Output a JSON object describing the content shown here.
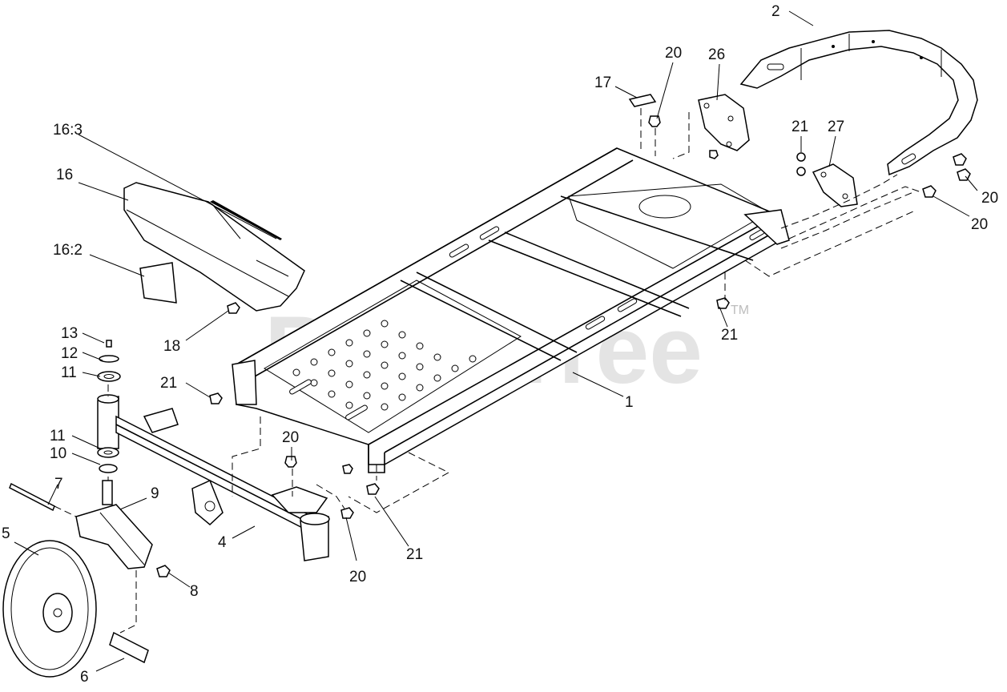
{
  "watermark": {
    "text": "PartsTree",
    "mark": "TM"
  },
  "callouts": [
    {
      "id": "c2",
      "label": "2"
    },
    {
      "id": "c20a",
      "label": "20"
    },
    {
      "id": "c26",
      "label": "26"
    },
    {
      "id": "c17",
      "label": "17"
    },
    {
      "id": "c21a",
      "label": "21"
    },
    {
      "id": "c27",
      "label": "27"
    },
    {
      "id": "c163",
      "label": "16:3"
    },
    {
      "id": "c16",
      "label": "16"
    },
    {
      "id": "c20b",
      "label": "20"
    },
    {
      "id": "c20c",
      "label": "20"
    },
    {
      "id": "c162",
      "label": "16:2"
    },
    {
      "id": "c13",
      "label": "13"
    },
    {
      "id": "c18",
      "label": "18"
    },
    {
      "id": "c21b",
      "label": "21"
    },
    {
      "id": "c12",
      "label": "12"
    },
    {
      "id": "c11a",
      "label": "11"
    },
    {
      "id": "c21c",
      "label": "21"
    },
    {
      "id": "c1",
      "label": "1"
    },
    {
      "id": "c11b",
      "label": "11"
    },
    {
      "id": "c20d",
      "label": "20"
    },
    {
      "id": "c10",
      "label": "10"
    },
    {
      "id": "c7",
      "label": "7"
    },
    {
      "id": "c9",
      "label": "9"
    },
    {
      "id": "c5",
      "label": "5"
    },
    {
      "id": "c4",
      "label": "4"
    },
    {
      "id": "c21d",
      "label": "21"
    },
    {
      "id": "c20e",
      "label": "20"
    },
    {
      "id": "c8",
      "label": "8"
    },
    {
      "id": "c6",
      "label": "6"
    }
  ]
}
